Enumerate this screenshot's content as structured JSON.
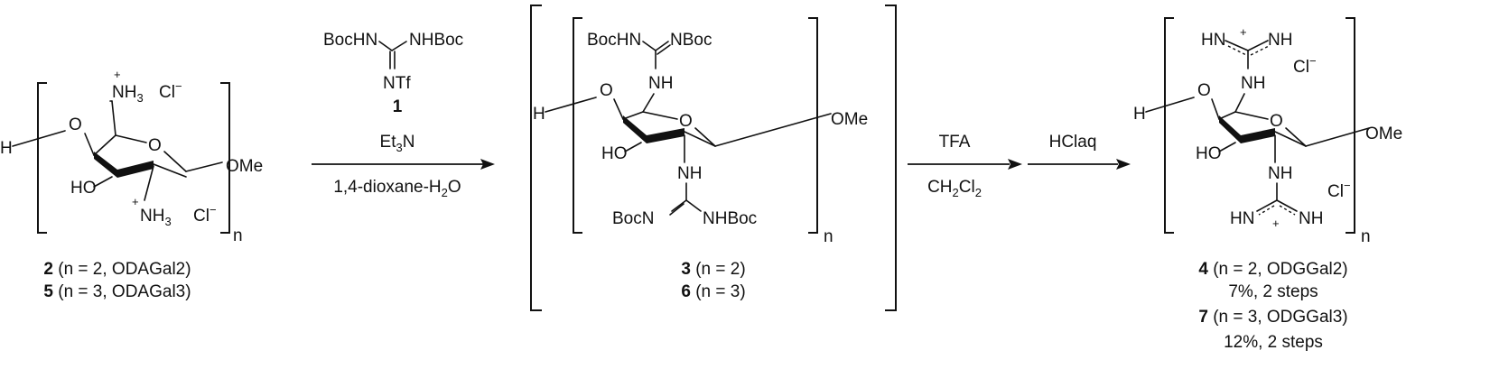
{
  "labels": {
    "H": "H",
    "O": "O",
    "HO": "HO",
    "OMe": "OMe",
    "n": "n",
    "NH3": "NH",
    "sub3": "3",
    "Cl": "Cl",
    "minus": "−",
    "plus": "+",
    "NH": "NH",
    "HN": "HN",
    "BocHN": "BocHN",
    "NHBoc": "NHBoc",
    "NBoc": "NBoc",
    "BocN": "BocN",
    "NTf": "NTf",
    "N": "N"
  },
  "reagent1": {
    "number": "1"
  },
  "step1": {
    "line1": "Et",
    "line1_sub": "3",
    "line1_tail": "N",
    "line2": "1,4-dioxane-H",
    "line2_sub": "2",
    "line2_tail": "O"
  },
  "step2": {
    "top": "TFA",
    "bottom_a": "CH",
    "bottom_sub1": "2",
    "bottom_b": "Cl",
    "bottom_sub2": "2"
  },
  "step3": {
    "top": "HClaq"
  },
  "compounds": {
    "start": [
      {
        "number": "2",
        "text": " (n = 2, ODAGal2)"
      },
      {
        "number": "5",
        "text": " (n = 3, ODAGal3)"
      }
    ],
    "intermediate": [
      {
        "number": "3",
        "text": " (n = 2)"
      },
      {
        "number": "6",
        "text": " (n = 3)"
      }
    ],
    "product": [
      {
        "number": "4",
        "text": " (n = 2, ODGGal2)"
      },
      {
        "yield": "7%, 2 steps"
      },
      {
        "number": "7",
        "text": " (n = 3, ODGGal3)"
      },
      {
        "yield": "12%, 2 steps"
      }
    ]
  }
}
